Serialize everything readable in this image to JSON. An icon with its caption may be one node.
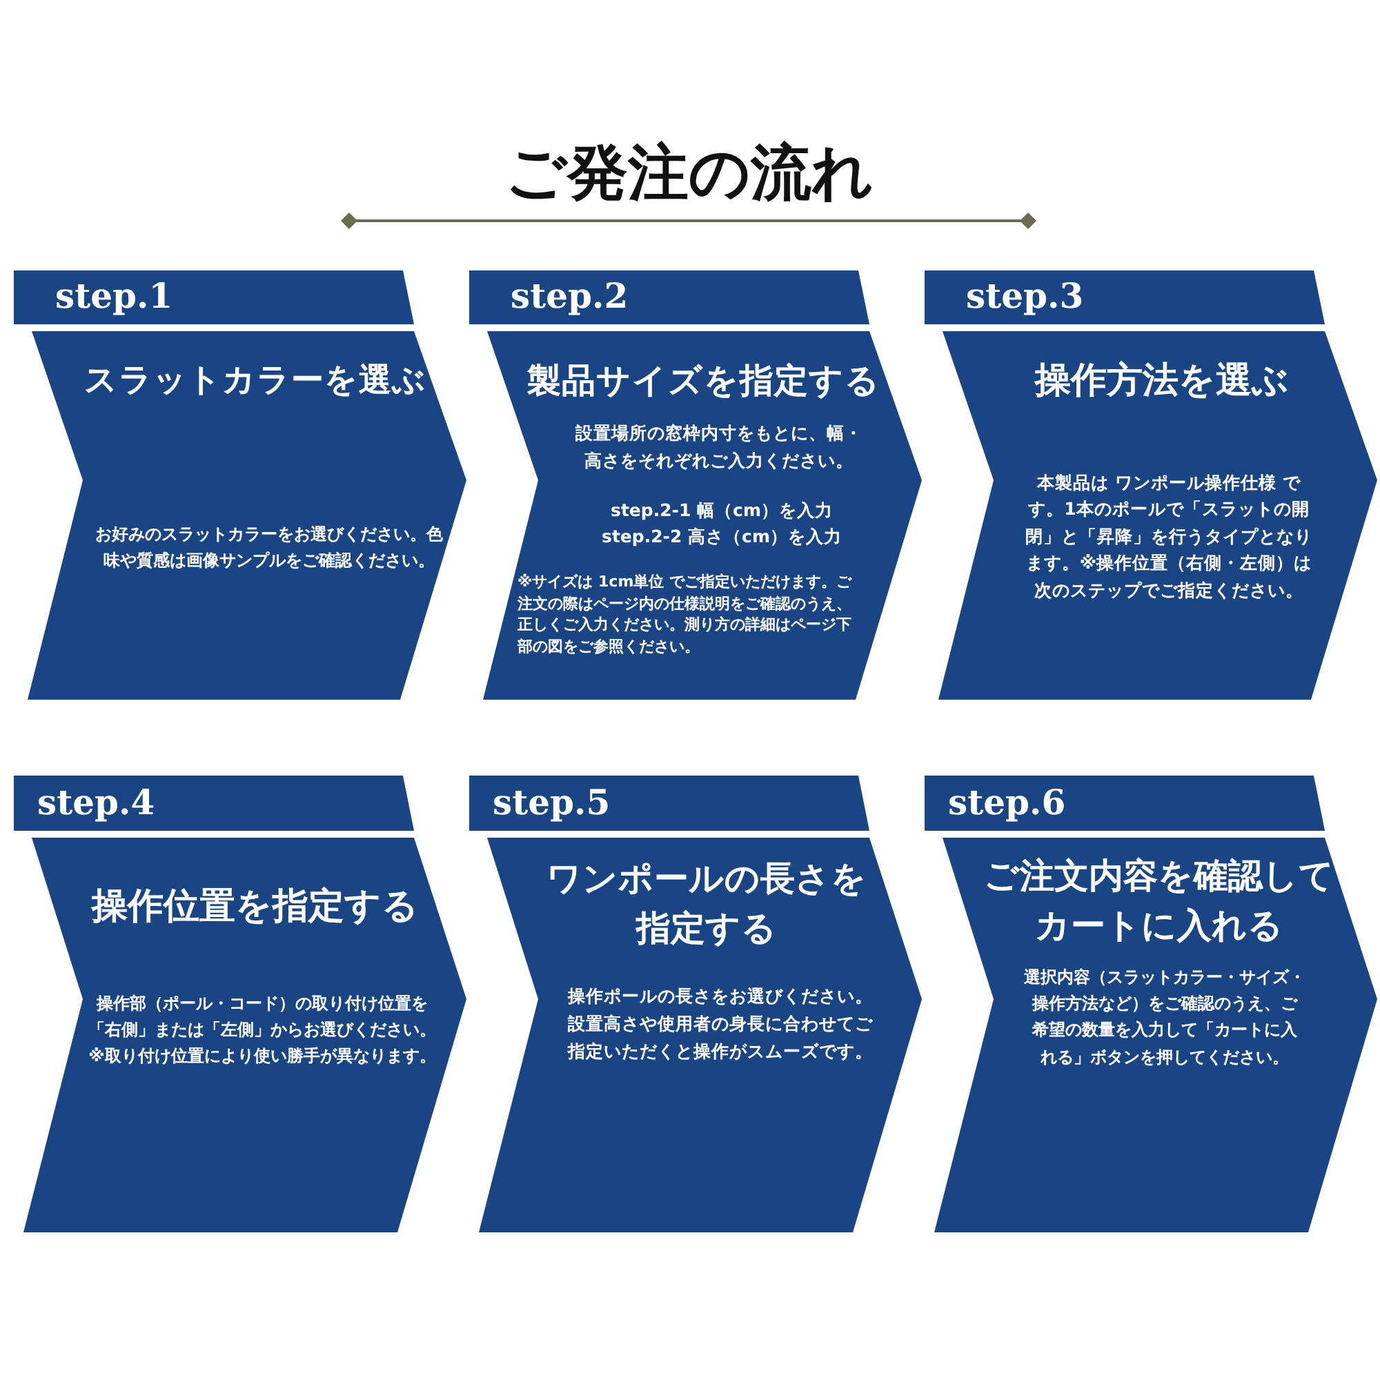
{
  "diagram": {
    "title": "ご発注の流れ",
    "nodes": [
      {
        "text": [
          "step.1"
        ]
      },
      {
        "text": [
          "スラットカラーを選ぶ",
          "お好みのスラットカラーをお選びください。色味や質感は画像サンプルをご確認ください。"
        ]
      },
      {
        "text": [
          "step.2"
        ]
      },
      {
        "text": [
          "製品サイズを指定する",
          "設置場所の窓枠内寸をもとに、幅・高さをそれぞれご入力ください。",
          "step.2-1 幅（cm）を入力",
          "step.2-2 高さ（cm）を入力",
          "※サイズは 1cm単位 でご指定いただけます。ご注文の際はページ内の仕様説明をご確認のうえ、正しくご入力ください。測り方の詳細はページ下部の図をご参照ください。"
        ]
      },
      {
        "text": [
          "step.3"
        ]
      },
      {
        "text": [
          "操作方法を選ぶ",
          "本製品は ワンポール操作仕様 です。1本のポールで「スラットの開閉」と「昇降」を行うタイプとなります。※操作位置（右側・左側）は次のステップでご指定ください。"
        ]
      },
      {
        "text": [
          "step.4"
        ]
      },
      {
        "text": [
          "操作位置を指定する",
          "操作部（ポール・コード）の取り付け位置を「右側」または「左側」からお選びください。※取り付け位置により使い勝手が異なります。"
        ]
      },
      {
        "text": [
          "step.5"
        ]
      },
      {
        "text": [
          "ワンポールの長さを指定する",
          "操作ポールの長さをお選びください。設置高さや使用者の身長に合わせてご指定いただくと操作がスムーズです。"
        ]
      },
      {
        "text": [
          "step.6"
        ]
      },
      {
        "text": [
          "ご注文内容を確認してカートに入れる",
          "選択内容（スラットカラー・サイズ・操作方法など）をご確認のうえ、ご希望の数量を入力して「カートに入れる」ボタンを押してください。"
        ]
      }
    ]
  }
}
